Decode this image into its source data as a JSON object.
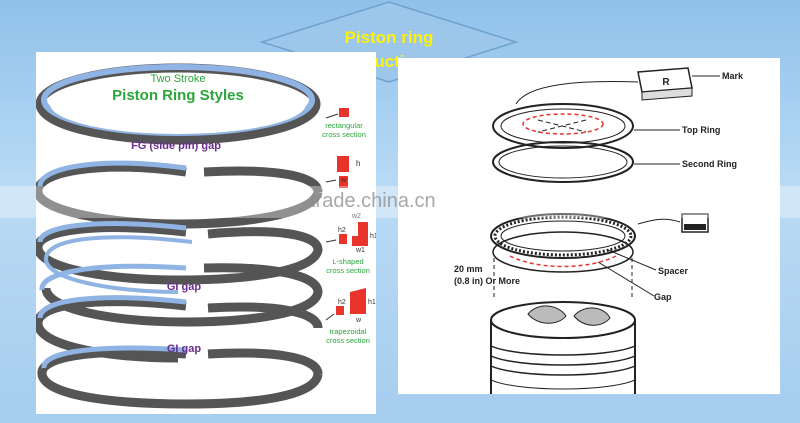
{
  "banner": {
    "line1": "Piston ring",
    "line2": "struction"
  },
  "left_panel": {
    "heading1": "Two Stroke",
    "heading2": "Piston Ring Styles",
    "gap_fg": "FG (side pin) gap",
    "gap_gi_1": "GI gap",
    "gap_gi_2": "GI gap",
    "section_rect_1": "rectangular",
    "section_rect_2": "cross section",
    "section_l_1": "L-shaped",
    "section_l_2": "cross section",
    "section_trap_1": "trapezoidal",
    "section_trap_2": "cross section",
    "dim_h": "h",
    "dim_w": "w",
    "dim_w2": "w2",
    "dim_h2": "h2",
    "dim_h1": "h1",
    "dim_w1": "w1",
    "dim_h2b": "h2",
    "dim_h1b": "h1",
    "dim_wb": "w"
  },
  "right_panel": {
    "label_mark": "Mark",
    "label_top_ring": "Top Ring",
    "label_second_ring": "Second Ring",
    "label_spacer": "Spacer",
    "label_gap": "Gap",
    "label_dist_1": "20 mm",
    "label_dist_2": "(0.8 in) Or More",
    "mark_letter": "R"
  },
  "watermark": "trade.china.cn",
  "colors": {
    "banner_fill": "#9cc7ea",
    "banner_text": "#fff200",
    "green_label": "#2aa63a",
    "purple_label": "#6b2d8f",
    "ring_blue": "#7fa8dc",
    "cross_red": "#e8342a"
  }
}
